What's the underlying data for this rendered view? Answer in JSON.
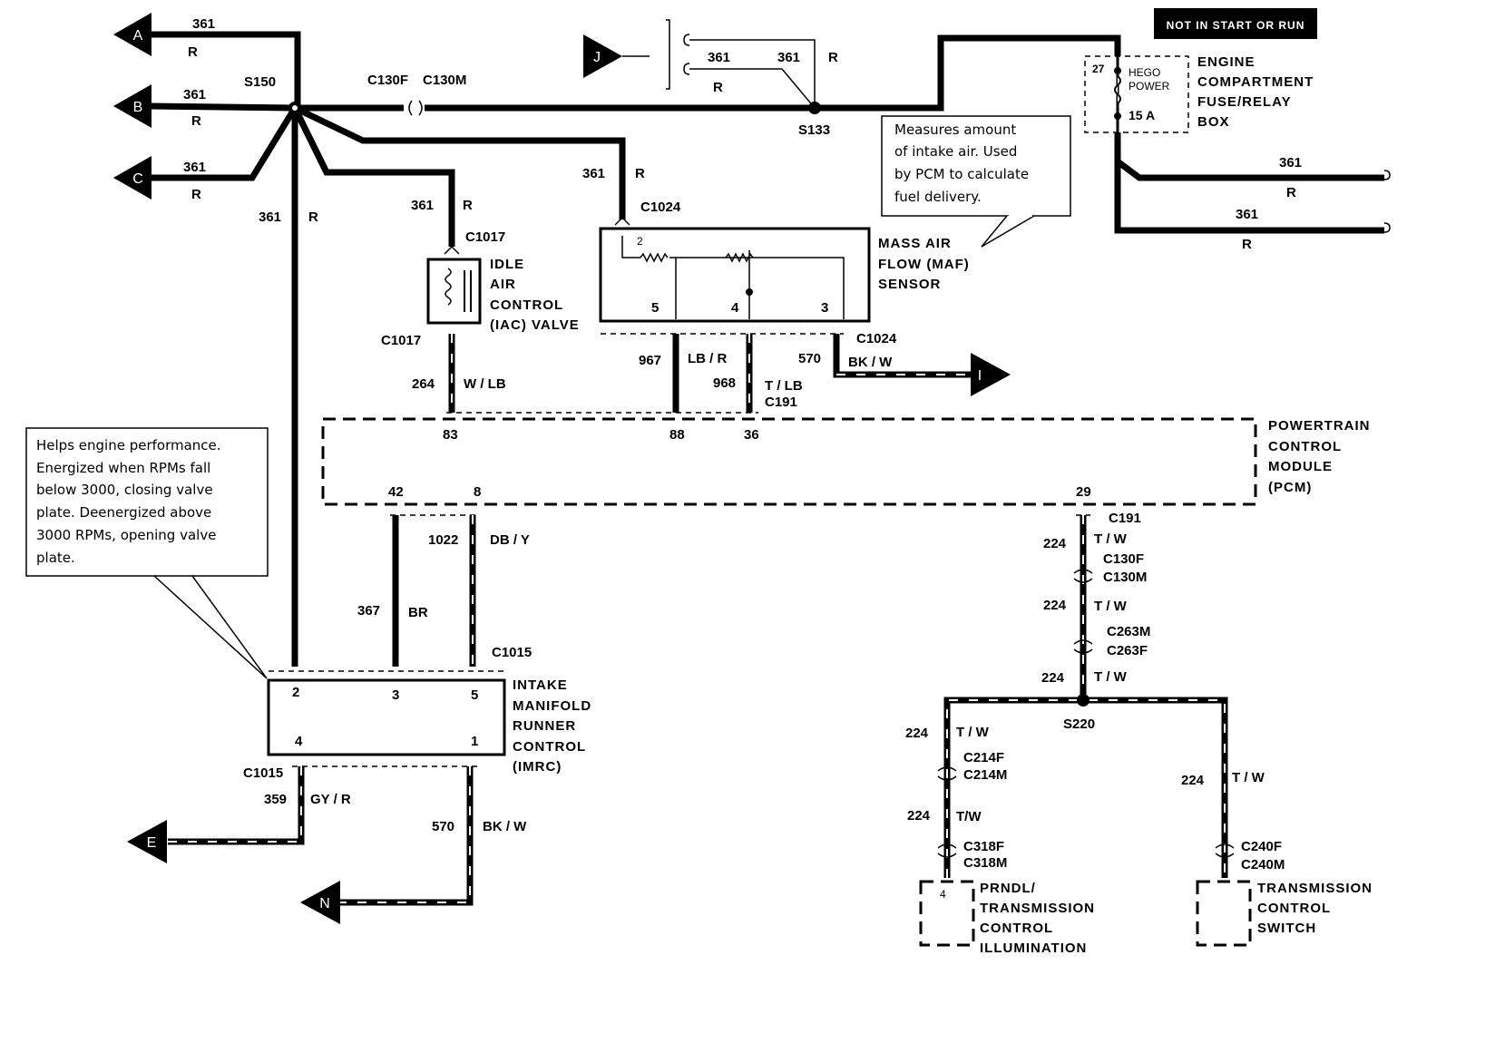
{
  "title_box": "NOT IN START OR RUN",
  "circuit_361": "361",
  "color_R": "R",
  "connectors": {
    "A": "A",
    "B": "B",
    "C": "C",
    "E": "E",
    "J": "J",
    "I": "I",
    "N": "N"
  },
  "splices": {
    "s150": "S150",
    "s133": "S133",
    "s220": "S220"
  },
  "connector_labels": {
    "c130f": "C130F",
    "c130m": "C130M",
    "c1024": "C1024",
    "c1017": "C1017",
    "c191": "C191",
    "c1015": "C1015",
    "c214f": "C214F",
    "c214m": "C214M",
    "c318f": "C318F",
    "c318m": "C318M",
    "c240f": "C240F",
    "c240m": "C240M",
    "c263m": "C263M",
    "c263f": "C263F"
  },
  "fuse_box": {
    "fuse_num": "27",
    "hego": "HEGO",
    "power": "POWER",
    "amps": "15 A",
    "name_lines": [
      "ENGINE",
      "COMPARTMENT",
      "FUSE/RELAY",
      "BOX"
    ]
  },
  "maf": {
    "name_lines": [
      "MASS AIR",
      "FLOW (MAF)",
      "SENSOR"
    ],
    "pins": [
      "2",
      "5",
      "4",
      "3"
    ],
    "note_lines": [
      "Measures amount",
      "of intake air. Used",
      "by PCM to calculate",
      "fuel delivery."
    ]
  },
  "iac": {
    "name_lines": [
      "IDLE",
      "AIR",
      "CONTROL",
      "(IAC)  VALVE"
    ]
  },
  "pcm": {
    "name_lines": [
      "POWERTRAIN",
      "CONTROL",
      "MODULE",
      "(PCM)"
    ],
    "pins": [
      "83",
      "88",
      "36",
      "42",
      "8",
      "29"
    ]
  },
  "imrc": {
    "name_lines": [
      "INTAKE",
      "MANIFOLD",
      "RUNNER",
      "CONTROL",
      "(IMRC)"
    ],
    "pins": [
      "2",
      "3",
      "5",
      "4",
      "1"
    ],
    "note_lines": [
      "Helps engine performance.",
      "Energized when RPMs fall",
      "below 3000, closing valve",
      "plate. Deenergized above",
      "3000 RPMs, opening valve",
      "plate."
    ]
  },
  "prndl": {
    "pin": "4",
    "name_lines": [
      "PRNDL/",
      "TRANSMISSION",
      "CONTROL",
      "ILLUMINATION"
    ]
  },
  "tcs": {
    "name_lines": [
      "TRANSMISSION",
      "CONTROL",
      "SWITCH"
    ]
  },
  "wires": {
    "w264": "264",
    "w264c": "W / LB",
    "w967": "967",
    "w967c": "LB / R",
    "w968": "968",
    "w968c": "T / LB",
    "w570": "570",
    "w570c": "BK / W",
    "w1022": "1022",
    "w1022c": "DB / Y",
    "w367": "367",
    "w367c": "BR",
    "w359": "359",
    "w359c": "GY / R",
    "w224": "224",
    "w224c": "T / W",
    "w224c_alt": "T/W"
  },
  "colors": {
    "ink": "#000000",
    "paper": "#ffffff"
  }
}
